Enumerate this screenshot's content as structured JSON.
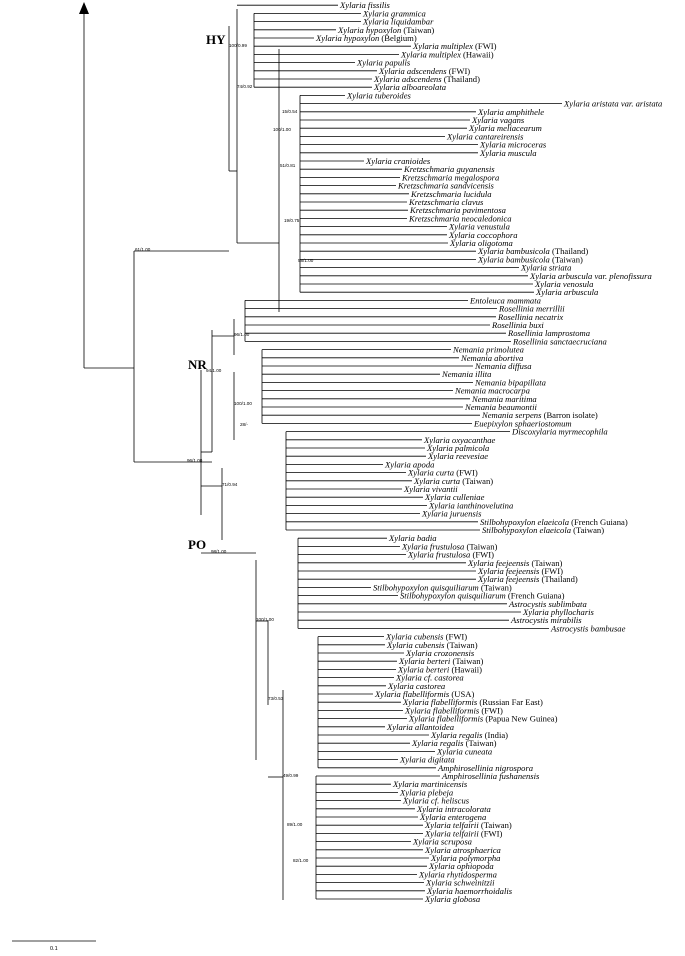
{
  "clade_labels": {
    "hy": "HY",
    "nr": "NR",
    "po": "PO"
  },
  "scale_bar": {
    "label": "0.1"
  },
  "supports": {
    "root_a": "61/1.00",
    "root_b": "96/1.00",
    "hy": "100/0.99",
    "hy2": "74/0.92",
    "hy3": "100/1.00",
    "hy4": "15/0.54",
    "hy5": "51/0.81",
    "hy6": "19/0.75",
    "hy7": "58/1.00",
    "nr": "94/1.00",
    "nr2": "96/1.00",
    "nr3": "100/1.00",
    "nr4": "28/-",
    "po": "71/0.94",
    "po2": "98/1.00",
    "po3": "100/1.00",
    "po4": "73/0.53",
    "po5": "49/0.99",
    "po6": "89/1.00",
    "po7": "82/1.00"
  },
  "taxa": [
    {
      "g": "Xylaria",
      "s": "fissilis",
      "n": ""
    },
    {
      "g": "Xylaria",
      "s": "grammica",
      "n": ""
    },
    {
      "g": "Xylaria",
      "s": "liquidambar",
      "n": ""
    },
    {
      "g": "Xylaria",
      "s": "hypoxylon",
      "n": "(Taiwan)"
    },
    {
      "g": "Xylaria",
      "s": "hypoxylon",
      "n": "(Belgium)"
    },
    {
      "g": "Xylaria",
      "s": "multiplex",
      "n": "(FWI)"
    },
    {
      "g": "Xylaria",
      "s": "multiplex",
      "n": "(Hawaii)"
    },
    {
      "g": "Xylaria",
      "s": "papulis",
      "n": ""
    },
    {
      "g": "Xylaria",
      "s": "adscendens",
      "n": "(FWI)"
    },
    {
      "g": "Xylaria",
      "s": "adscendens",
      "n": "(Thailand)"
    },
    {
      "g": "Xylaria",
      "s": "alboareolata",
      "n": ""
    },
    {
      "g": "Xylaria",
      "s": "tuberoides",
      "n": ""
    },
    {
      "g": "Xylaria",
      "s": "aristata var. aristata",
      "n": ""
    },
    {
      "g": "Xylaria",
      "s": "amphithele",
      "n": ""
    },
    {
      "g": "Xylaria",
      "s": "vagans",
      "n": ""
    },
    {
      "g": "Xylaria",
      "s": "meliacearum",
      "n": ""
    },
    {
      "g": "Xylaria",
      "s": "cantareirensis",
      "n": ""
    },
    {
      "g": "Xylaria",
      "s": "microceras",
      "n": ""
    },
    {
      "g": "Xylaria",
      "s": "muscula",
      "n": ""
    },
    {
      "g": "Xylaria",
      "s": "cranioides",
      "n": ""
    },
    {
      "g": "Kretzschmaria",
      "s": "guyanensis",
      "n": ""
    },
    {
      "g": "Kretzschmaria",
      "s": "megalospora",
      "n": ""
    },
    {
      "g": "Kretzschmaria",
      "s": "sandvicensis",
      "n": ""
    },
    {
      "g": "Kretzschmaria",
      "s": "lucidula",
      "n": ""
    },
    {
      "g": "Kretzschmaria",
      "s": "clavus",
      "n": ""
    },
    {
      "g": "Kretzschmaria",
      "s": "pavimentosa",
      "n": ""
    },
    {
      "g": "Kretzschmaria",
      "s": "neocaledonica",
      "n": ""
    },
    {
      "g": "Xylaria",
      "s": "venustula",
      "n": ""
    },
    {
      "g": "Xylaria",
      "s": "coccophora",
      "n": ""
    },
    {
      "g": "Xylaria",
      "s": "oligotoma",
      "n": ""
    },
    {
      "g": "Xylaria",
      "s": "bambusicola",
      "n": "(Thailand)"
    },
    {
      "g": "Xylaria",
      "s": "bambusicola",
      "n": "(Taiwan)"
    },
    {
      "g": "Xylaria",
      "s": "striata",
      "n": ""
    },
    {
      "g": "Xylaria",
      "s": "arbuscula var. plenofissura",
      "n": ""
    },
    {
      "g": "Xylaria",
      "s": "venosula",
      "n": ""
    },
    {
      "g": "Xylaria",
      "s": "arbuscula",
      "n": ""
    },
    {
      "g": "Entoleuca",
      "s": "mammata",
      "n": ""
    },
    {
      "g": "Rosellinia",
      "s": "merrillii",
      "n": ""
    },
    {
      "g": "Rosellinia",
      "s": "necatrix",
      "n": ""
    },
    {
      "g": "Rosellinia",
      "s": "buxi",
      "n": ""
    },
    {
      "g": "Rosellinia",
      "s": "lamprostoma",
      "n": ""
    },
    {
      "g": "Rosellinia",
      "s": "sanctaecruciana",
      "n": ""
    },
    {
      "g": "Nemania",
      "s": "primolutea",
      "n": ""
    },
    {
      "g": "Nemania",
      "s": "abortiva",
      "n": ""
    },
    {
      "g": "Nemania",
      "s": "diffusa",
      "n": ""
    },
    {
      "g": "Nemania",
      "s": "illita",
      "n": ""
    },
    {
      "g": "Nemania",
      "s": "bipapillata",
      "n": ""
    },
    {
      "g": "Nemania",
      "s": "macrocarpa",
      "n": ""
    },
    {
      "g": "Nemania",
      "s": "maritima",
      "n": ""
    },
    {
      "g": "Nemania",
      "s": "beaumontii",
      "n": ""
    },
    {
      "g": "Nemania",
      "s": "serpens",
      "n": "(Barron isolate)"
    },
    {
      "g": "Euepixylon",
      "s": "sphaeriostomum",
      "n": ""
    },
    {
      "g": "Discoxylaria",
      "s": "myrmecophila",
      "n": ""
    },
    {
      "g": "Xylaria",
      "s": "oxyacanthae",
      "n": ""
    },
    {
      "g": "Xylaria",
      "s": "palmicola",
      "n": ""
    },
    {
      "g": "Xylaria",
      "s": "reevesiae",
      "n": ""
    },
    {
      "g": "Xylaria",
      "s": "apoda",
      "n": ""
    },
    {
      "g": "Xylaria",
      "s": "curta",
      "n": "(FWI)"
    },
    {
      "g": "Xylaria",
      "s": "curta",
      "n": "(Taiwan)"
    },
    {
      "g": "Xylaria",
      "s": "vivantii",
      "n": ""
    },
    {
      "g": "Xylaria",
      "s": "culleniae",
      "n": ""
    },
    {
      "g": "Xylaria",
      "s": "ianthinovelutina",
      "n": ""
    },
    {
      "g": "Xylaria",
      "s": "juruensis",
      "n": ""
    },
    {
      "g": "Stilbohypoxylon",
      "s": "elaeicola",
      "n": "(French Guiana)"
    },
    {
      "g": "Stilbohypoxylon",
      "s": "elaeicola",
      "n": "(Taiwan)"
    },
    {
      "g": "Xylaria",
      "s": "badia",
      "n": ""
    },
    {
      "g": "Xylaria",
      "s": "frustulosa",
      "n": "(Taiwan)"
    },
    {
      "g": "Xylaria",
      "s": "frustulosa",
      "n": "(FWI)"
    },
    {
      "g": "Xylaria",
      "s": "feejeensis",
      "n": "(Taiwan)"
    },
    {
      "g": "Xylaria",
      "s": "feejeensis",
      "n": "(FWI)"
    },
    {
      "g": "Xylaria",
      "s": "feejeensis",
      "n": "(Thailand)"
    },
    {
      "g": "Stilbohypoxylon",
      "s": "quisquiliarum",
      "n": "(Taiwan)"
    },
    {
      "g": "Stilbohypoxylon",
      "s": "quisquiliarum",
      "n": "(French Guiana)"
    },
    {
      "g": "Astrocystis",
      "s": "sublimbata",
      "n": ""
    },
    {
      "g": "Xylaria",
      "s": "phyllocharis",
      "n": ""
    },
    {
      "g": "Astrocystis",
      "s": "mirabilis",
      "n": ""
    },
    {
      "g": "Astrocystis",
      "s": "bambusae",
      "n": ""
    },
    {
      "g": "Xylaria",
      "s": "cubensis",
      "n": "(FWI)"
    },
    {
      "g": "Xylaria",
      "s": "cubensis",
      "n": "(Taiwan)"
    },
    {
      "g": "Xylaria",
      "s": "crozonensis",
      "n": ""
    },
    {
      "g": "Xylaria",
      "s": "berteri",
      "n": "(Taiwan)"
    },
    {
      "g": "Xylaria",
      "s": "berteri",
      "n": "(Hawaii)"
    },
    {
      "g": "Xylaria",
      "s": "cf. castorea",
      "n": ""
    },
    {
      "g": "Xylaria",
      "s": "castorea",
      "n": ""
    },
    {
      "g": "Xylaria",
      "s": "flabelliformis",
      "n": "(USA)"
    },
    {
      "g": "Xylaria",
      "s": "flabelliformis",
      "n": "(Russian Far East)"
    },
    {
      "g": "Xylaria",
      "s": "flabelliformis",
      "n": "(FWI)"
    },
    {
      "g": "Xylaria",
      "s": "flabelliformis",
      "n": "(Papua New Guinea)"
    },
    {
      "g": "Xylaria",
      "s": "allantoidea",
      "n": ""
    },
    {
      "g": "Xylaria",
      "s": "regalis",
      "n": "(India)"
    },
    {
      "g": "Xylaria",
      "s": "regalis",
      "n": "(Taiwan)"
    },
    {
      "g": "Xylaria",
      "s": "cuneata",
      "n": ""
    },
    {
      "g": "Xylaria",
      "s": "digitata",
      "n": ""
    },
    {
      "g": "Amphirosellinia",
      "s": "nigrospora",
      "n": ""
    },
    {
      "g": "Amphirosellinia",
      "s": "fushanensis",
      "n": ""
    },
    {
      "g": "Xylaria",
      "s": "martinicensis",
      "n": ""
    },
    {
      "g": "Xylaria",
      "s": "plebeja",
      "n": ""
    },
    {
      "g": "Xylaria",
      "s": "cf. heliscus",
      "n": ""
    },
    {
      "g": "Xylaria",
      "s": "intracolorata",
      "n": ""
    },
    {
      "g": "Xylaria",
      "s": "enterogena",
      "n": ""
    },
    {
      "g": "Xylaria",
      "s": "telfairii",
      "n": "(Taiwan)"
    },
    {
      "g": "Xylaria",
      "s": "telfairii",
      "n": "(FWI)"
    },
    {
      "g": "Xylaria",
      "s": "scruposa",
      "n": ""
    },
    {
      "g": "Xylaria",
      "s": "atrosphaerica",
      "n": ""
    },
    {
      "g": "Xylaria",
      "s": "polymorpha",
      "n": ""
    },
    {
      "g": "Xylaria",
      "s": "ophiopoda",
      "n": ""
    },
    {
      "g": "Xylaria",
      "s": "rhytidosperma",
      "n": ""
    },
    {
      "g": "Xylaria",
      "s": "schweinitzii",
      "n": ""
    },
    {
      "g": "Xylaria",
      "s": "haemorrhoidalis",
      "n": ""
    },
    {
      "g": "Xylaria",
      "s": "globosa",
      "n": ""
    }
  ]
}
